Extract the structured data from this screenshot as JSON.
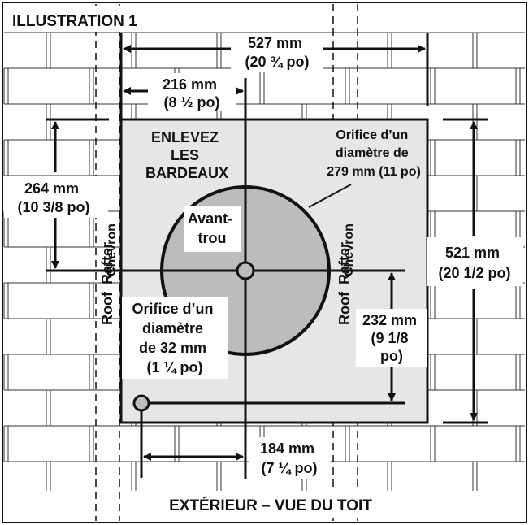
{
  "title": "ILLUSTRATION 1",
  "footer": "EXTÉRIEUR – VUE DU TOIT",
  "remove_shingles": [
    "ENLEVEZ",
    "LES",
    "BARDEAUX"
  ],
  "large_hole": [
    "Orifice d’un",
    "diamètre de",
    "279 mm (11 po)"
  ],
  "pilot_hole": [
    "Avant-",
    "trou"
  ],
  "small_hole": [
    "Orifice d’un",
    "diamètre",
    "de 32 mm",
    "(1 ¼ po)"
  ],
  "rafter_left": {
    "text1": "Roof",
    "text2": "Rafter",
    "text3": "Chevron"
  },
  "rafter_right": {
    "text1": "Roof",
    "text2": "Rafter",
    "text3": "Chevron"
  },
  "dim_527": [
    "527 mm",
    "(20 ¾ po)"
  ],
  "dim_216": [
    "216 mm",
    "(8 ½ po)"
  ],
  "dim_264": [
    "264 mm",
    "(10 3/8 po)"
  ],
  "dim_521": [
    "521 mm",
    "(20 1/2 po)"
  ],
  "dim_232": [
    "232 mm",
    "(9 1/8",
    "po)"
  ],
  "dim_184": [
    "184 mm",
    "(7 ¼ po)"
  ],
  "colors": {
    "ink": "#111111",
    "panel": "#e6e6e6",
    "hole": "#bcbcbc",
    "shingle_line": "#333333"
  }
}
